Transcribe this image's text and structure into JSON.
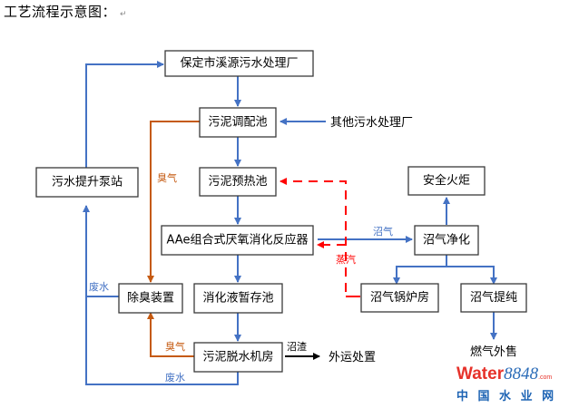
{
  "title": "工艺流程示意图：",
  "return_mark": "↵",
  "colors": {
    "water_flow": "#4472c4",
    "odor_flow": "#c55a11",
    "steam_flow": "#ff0000",
    "residue_flow": "#000000"
  },
  "nodes": {
    "baoding_plant": "保定市溪源污水处理厂",
    "sludge_conditioning": "污泥调配池",
    "other_plants": "其他污水处理厂",
    "pump_station": "污水提升泵站",
    "sludge_preheat": "污泥预热池",
    "safety_flare": "安全火炬",
    "aae_reactor": "AAe组合式厌氧消化反应器",
    "biogas_purify": "沼气净化",
    "deodorize": "除臭装置",
    "digestate_storage": "消化液暂存池",
    "biogas_boiler": "沼气锅炉房",
    "biogas_upgrade": "沼气提纯",
    "sludge_dewater": "污泥脱水机房",
    "external_disposal": "外运处置",
    "gas_sale": "燃气外售"
  },
  "edge_labels": {
    "odor_upper": "臭气",
    "odor_lower": "臭气",
    "biogas": "沼气",
    "steam": "蒸汽",
    "wastewater_upper": "废水",
    "wastewater_lower": "废水",
    "residue": "沼渣"
  },
  "watermark": {
    "brand_word": "Water",
    "brand_num": "8848",
    "brand_tld": ".com",
    "brand_cn": "中 国 水 业 网"
  }
}
